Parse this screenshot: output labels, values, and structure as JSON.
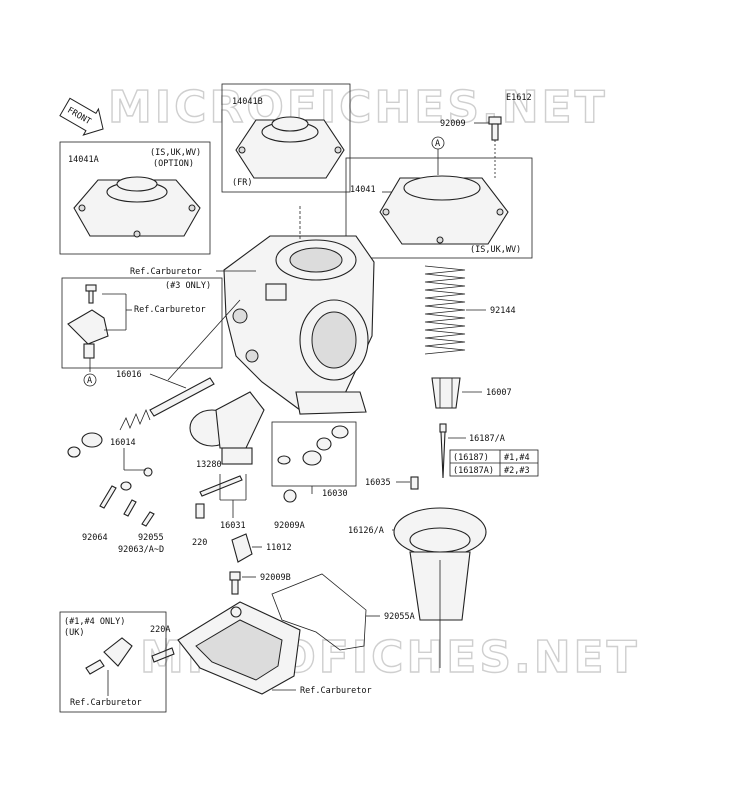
{
  "watermark": "MICROFICHES.NET",
  "diagram_code": "E1612",
  "front_label": "FRONT",
  "circle_ref": "A",
  "parts": {
    "p14041B": "14041B",
    "p14041B_note": "(FR)",
    "p14041A": "14041A",
    "p14041A_note1": "(IS,UK,WV)",
    "p14041A_note2": "(OPTION)",
    "p14041": "14041",
    "p14041_note": "(IS,UK,WV)",
    "p92009": "92009",
    "p92144": "92144",
    "p16007": "16007",
    "p16187": "16187/A",
    "tbl_r1_part": "(16187)",
    "tbl_r1_cyl": "#1,#4",
    "tbl_r2_part": "(16187A)",
    "tbl_r2_cyl": "#2,#3",
    "p16035": "16035",
    "p16126": "16126/A",
    "p92055A": "92055A",
    "p16016": "16016",
    "p16014": "16014",
    "p13280": "13280",
    "p16030": "16030",
    "p92009A": "92009A",
    "p16031": "16031",
    "p92064": "92064",
    "p92055": "92055",
    "p220": "220",
    "p92063": "92063/A~D",
    "p11012": "11012",
    "p92009B": "92009B",
    "p220A": "220A",
    "ref_carb_top": "Ref.Carburetor",
    "only3": "(#3 ONLY)",
    "ref_carb_box": "Ref.Carburetor",
    "only14": "(#1,#4 ONLY)",
    "uk": "(UK)",
    "ref_carb_bl": "Ref.Carburetor",
    "ref_carb_bottom": "Ref.Carburetor"
  }
}
